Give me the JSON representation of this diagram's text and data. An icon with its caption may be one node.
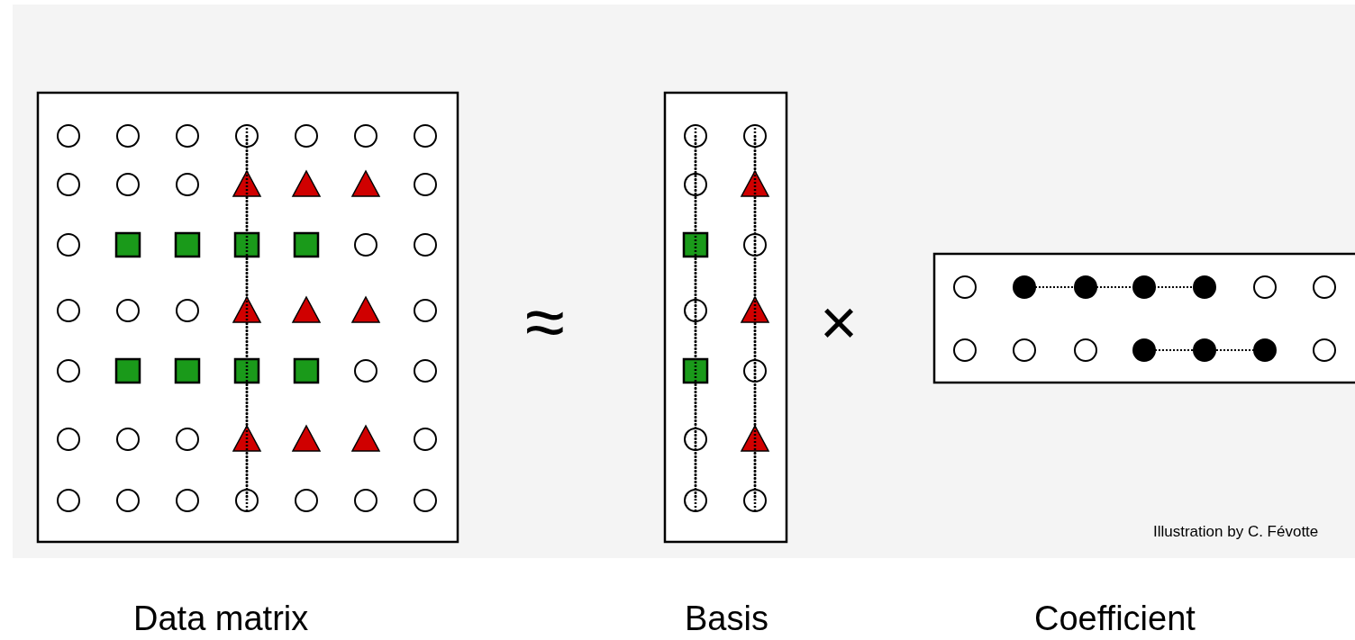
{
  "diagram": {
    "labels": [
      "≈",
      "×",
      "Illustration by C. Févotte",
      "Data matrix",
      "Basis",
      "Coefficient"
    ]
  }
}
